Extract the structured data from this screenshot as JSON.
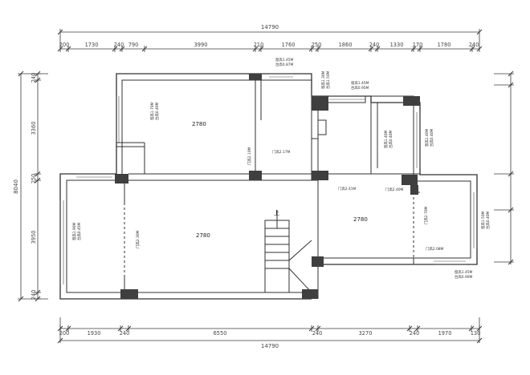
{
  "plan": {
    "overall_width": "14790",
    "overall_depth": "8040",
    "top_segments": [
      "200",
      "1730",
      "240",
      "790",
      "3990",
      "210",
      "1760",
      "250",
      "1860",
      "240",
      "1330",
      "170",
      "1780",
      "240"
    ],
    "bottom_segments": [
      "200",
      "1930",
      "240",
      "6550",
      "240",
      "3270",
      "240",
      "1970",
      "130"
    ],
    "left_segments": [
      "240",
      "3360",
      "250",
      "3950",
      "240"
    ],
    "ceiling_heights": [
      "2780",
      "2780",
      "2780"
    ],
    "window_notes": [
      [
        "窗高1.45M",
        "台高0.87M"
      ],
      [
        "窗高1.45M",
        "台高0.95M"
      ],
      [
        "窗高1.45M",
        "台高0.90M"
      ]
    ],
    "left_window_note": [
      "窗高1.90M",
      "台高0.45M"
    ],
    "small_notes": [
      [
        "门高2.10M"
      ],
      [
        "门高2.17M"
      ],
      [
        "门高2.41M"
      ],
      [
        "门高2.40M"
      ],
      [
        "门高2.30M"
      ],
      [
        "门高2.08M"
      ],
      [
        "门高2.70M"
      ]
    ],
    "vertical_notes": [
      [
        "窗高1.70M",
        "台高0.40M"
      ],
      [
        "窗高1.40M",
        "台高0.40M"
      ],
      [
        "窗高1.40M",
        "台高0.40M"
      ],
      [
        "窗高1.30M",
        "台高1.50M"
      ],
      [
        "窗高1.50M",
        "台高0.40M"
      ]
    ],
    "stair_label": "上"
  }
}
